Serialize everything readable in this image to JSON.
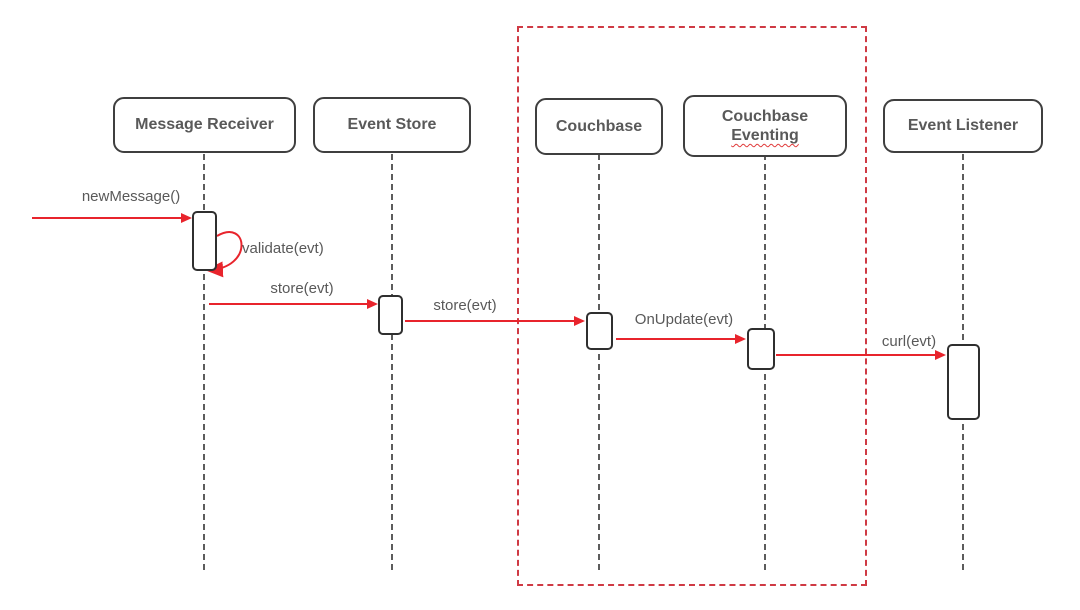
{
  "diagram": {
    "type": "sequence-diagram",
    "actors": [
      {
        "id": "message-receiver",
        "label": "Message Receiver"
      },
      {
        "id": "event-store",
        "label": "Event Store"
      },
      {
        "id": "couchbase",
        "label": "Couchbase"
      },
      {
        "id": "couchbase-eventing",
        "label": "Couchbase",
        "label2": "Eventing"
      },
      {
        "id": "event-listener",
        "label": "Event Listener"
      }
    ],
    "messages": [
      {
        "label": "newMessage()",
        "from": "external",
        "to": "message-receiver"
      },
      {
        "label": "validate(evt)",
        "from": "message-receiver",
        "to": "message-receiver",
        "self": true
      },
      {
        "label": "store(evt)",
        "from": "message-receiver",
        "to": "event-store"
      },
      {
        "label": "store(evt)",
        "from": "event-store",
        "to": "couchbase"
      },
      {
        "label": "OnUpdate(evt)",
        "from": "couchbase",
        "to": "couchbase-eventing"
      },
      {
        "label": "curl(evt)",
        "from": "couchbase-eventing",
        "to": "event-listener"
      }
    ],
    "group": {
      "members": [
        "couchbase",
        "couchbase-eventing"
      ],
      "style": "red-dashed-rectangle"
    },
    "colors": {
      "arrow": "#e8242c",
      "group_border": "#cf3a44",
      "lifeline": "#5c5c5c",
      "actor_border": "#3f3f3f",
      "text": "#595959",
      "background": "#ffffff"
    }
  }
}
